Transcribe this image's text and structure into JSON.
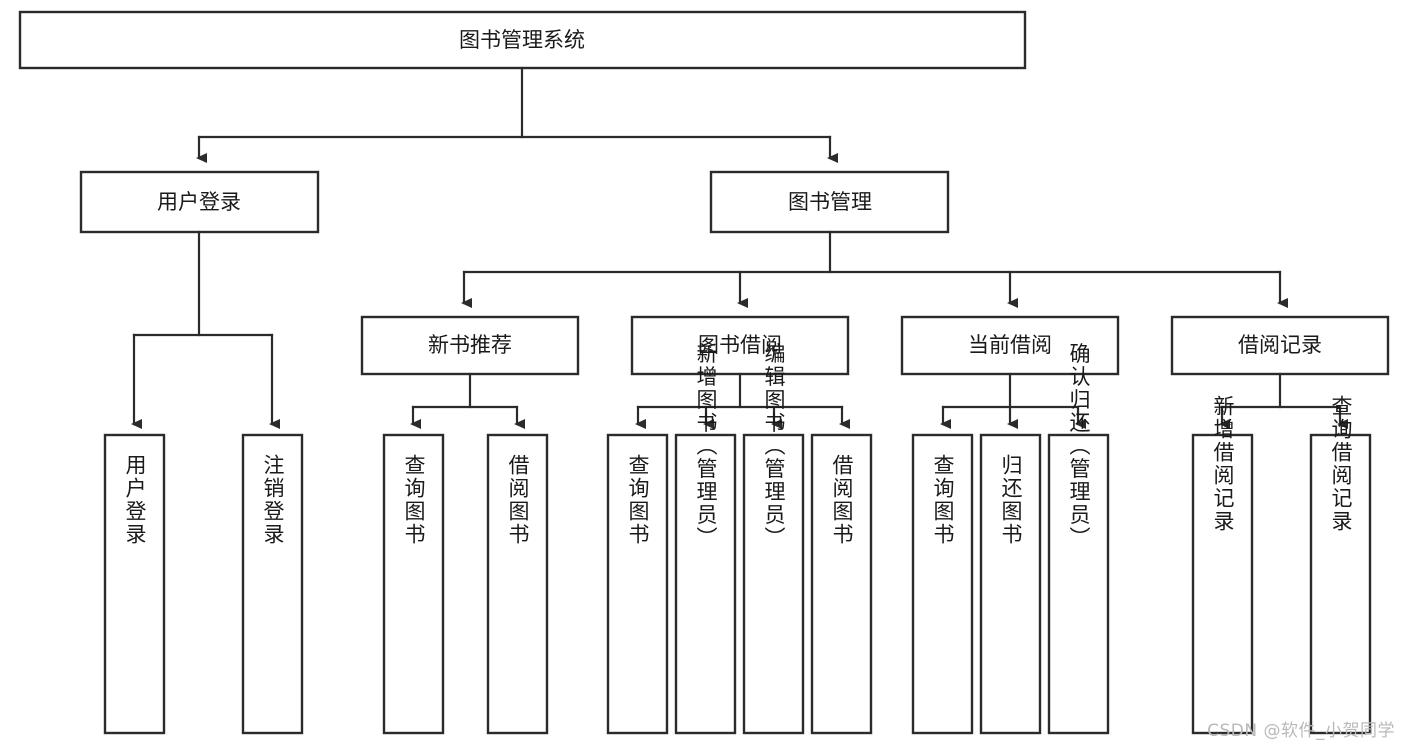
{
  "diagram": {
    "title": "图书管理系统",
    "type": "tree",
    "orientation": "top-down",
    "colors": {
      "box_stroke": "#2b2b2b",
      "box_fill": "#ffffff",
      "connector": "#2b2b2b",
      "text": "#1a1a1a",
      "background": "#ffffff",
      "watermark": "#b9b9b9"
    },
    "root": {
      "label": "图书管理系统",
      "orientation": "horizontal"
    },
    "level2": [
      {
        "label": "用户登录",
        "orientation": "horizontal"
      },
      {
        "label": "图书管理",
        "orientation": "horizontal"
      }
    ],
    "level3": [
      {
        "label": "新书推荐",
        "orientation": "horizontal"
      },
      {
        "label": "图书借阅",
        "orientation": "horizontal"
      },
      {
        "label": "当前借阅",
        "orientation": "horizontal"
      },
      {
        "label": "借阅记录",
        "orientation": "horizontal"
      }
    ],
    "leaves": {
      "user_login": [
        {
          "label": "用户登录",
          "orientation": "vertical"
        },
        {
          "label": "注销登录",
          "orientation": "vertical"
        }
      ],
      "new_book_recommend": [
        {
          "label": "查询图书",
          "orientation": "vertical"
        },
        {
          "label": "借阅图书",
          "orientation": "vertical"
        }
      ],
      "book_borrow": [
        {
          "label": "查询图书",
          "orientation": "vertical"
        },
        {
          "label": "新增图书（管理员）",
          "orientation": "vertical"
        },
        {
          "label": "编辑图书（管理员）",
          "orientation": "vertical"
        },
        {
          "label": "借阅图书",
          "orientation": "vertical"
        }
      ],
      "current_borrow": [
        {
          "label": "查询图书",
          "orientation": "vertical"
        },
        {
          "label": "归还图书",
          "orientation": "vertical"
        },
        {
          "label": "确认归还（管理员）",
          "orientation": "vertical"
        }
      ],
      "borrow_record": [
        {
          "label": "新增借阅记录",
          "orientation": "vertical"
        },
        {
          "label": "查询借阅记录",
          "orientation": "vertical"
        }
      ]
    }
  },
  "watermark": {
    "text": "CSDN @软件_小贺同学"
  }
}
